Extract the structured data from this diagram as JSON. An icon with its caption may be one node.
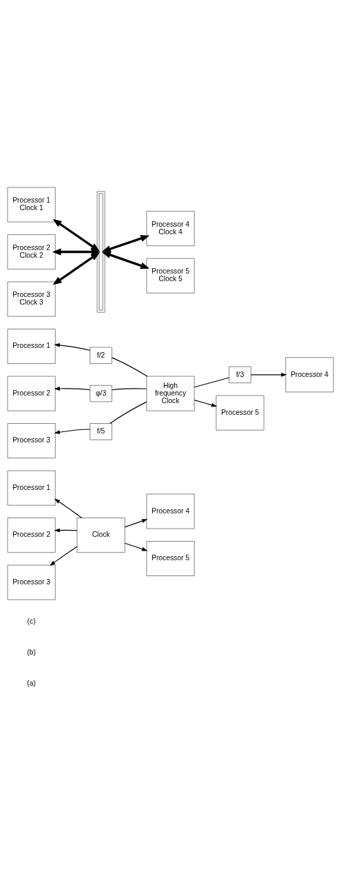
{
  "diagram": {
    "nodes": [
      {
        "text": [
          "Processor 1"
        ]
      },
      {
        "text": [
          "Processor 2"
        ]
      },
      {
        "text": [
          "Processor 3"
        ]
      },
      {
        "text": [
          "Processor 4"
        ]
      },
      {
        "text": [
          "Processor 5"
        ]
      },
      {
        "text": [
          "Clock"
        ]
      },
      {
        "text": [
          "Processor 1"
        ]
      },
      {
        "text": [
          "Processor 2"
        ]
      },
      {
        "text": [
          "Processor 3"
        ]
      },
      {
        "text": [
          "f/2"
        ]
      },
      {
        "text": [
          "φ/3"
        ]
      },
      {
        "text": [
          "f/5"
        ]
      },
      {
        "text": [
          "f/3"
        ]
      },
      {
        "text": [
          "Processor 4"
        ]
      },
      {
        "text": [
          "Processor 5"
        ]
      },
      {
        "text": [
          "High frequency Clock"
        ]
      },
      {
        "text": [
          "Processor 1 Clock 1"
        ]
      },
      {
        "text": [
          "Processor 2 Clock 2"
        ]
      },
      {
        "text": [
          "Processor 3 Clock 3"
        ]
      },
      {
        "text": [
          "Processor 4 Clock 4"
        ]
      },
      {
        "text": [
          "Processor 5 Clock 5"
        ]
      },
      {
        "text": [],
        "shape": "bar"
      }
    ],
    "edges": [
      {
        "from": 5,
        "to": 0,
        "arrow": "to"
      },
      {
        "from": 5,
        "to": 1,
        "arrow": "to"
      },
      {
        "from": 5,
        "to": 2,
        "arrow": "to"
      },
      {
        "from": 5,
        "to": 3,
        "arrow": "to"
      },
      {
        "from": 5,
        "to": 4,
        "arrow": "to"
      },
      {
        "from": 15,
        "to": 9,
        "arrow": "none"
      },
      {
        "from": 9,
        "to": 6,
        "arrow": "to"
      },
      {
        "from": 15,
        "to": 10,
        "arrow": "none"
      },
      {
        "from": 10,
        "to": 7,
        "arrow": "to"
      },
      {
        "from": 15,
        "to": 11,
        "arrow": "none"
      },
      {
        "from": 11,
        "to": 8,
        "arrow": "to"
      },
      {
        "from": 15,
        "to": 12,
        "arrow": "none"
      },
      {
        "from": 12,
        "to": 13,
        "arrow": "to"
      },
      {
        "from": 15,
        "to": 14,
        "arrow": "to"
      },
      {
        "from": 16,
        "to": 21,
        "arrow": "both",
        "style": "thick"
      },
      {
        "from": 17,
        "to": 21,
        "arrow": "both",
        "style": "thick"
      },
      {
        "from": 18,
        "to": 21,
        "arrow": "both",
        "style": "thick"
      },
      {
        "from": 21,
        "to": 19,
        "arrow": "both",
        "style": "thick"
      },
      {
        "from": 21,
        "to": 20,
        "arrow": "both",
        "style": "thick"
      }
    ],
    "labels": [
      "(a)",
      "(b)",
      "(c)"
    ]
  }
}
